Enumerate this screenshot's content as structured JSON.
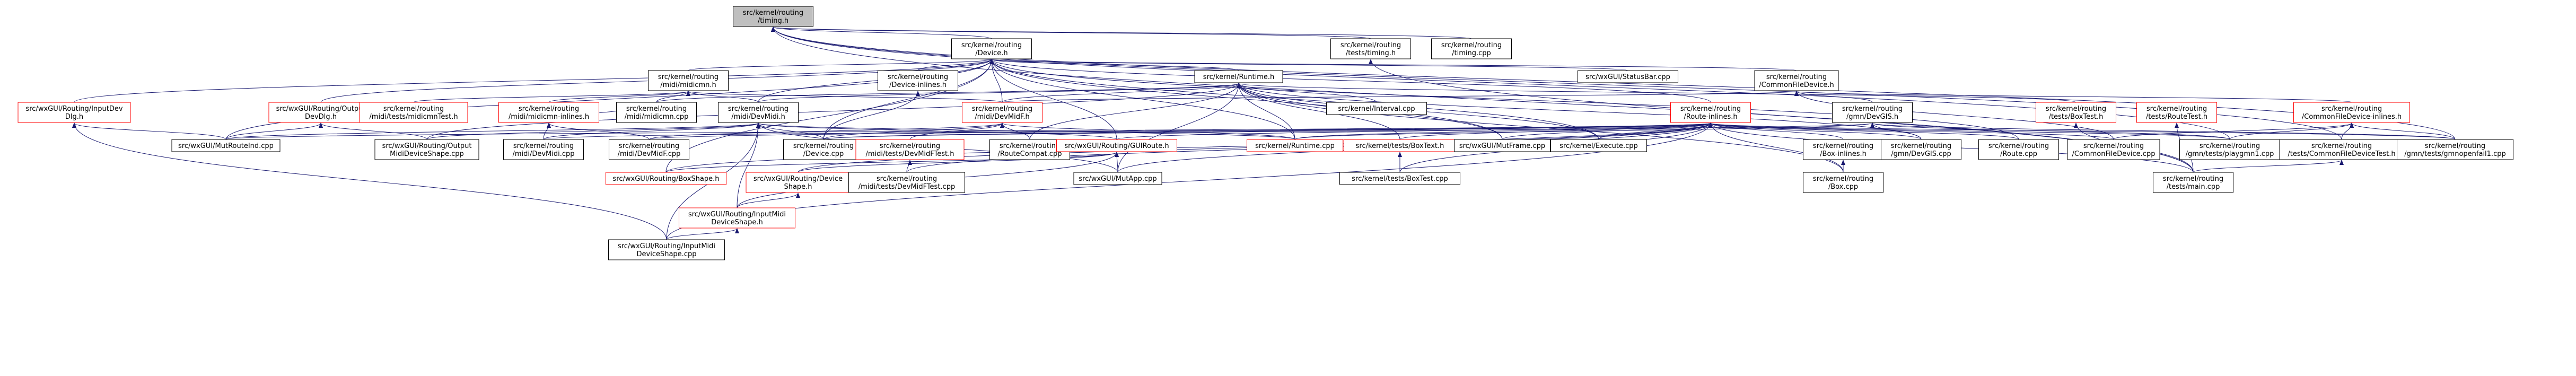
{
  "graph": {
    "colors": {
      "edge": "#191970",
      "box_normal": "#000000",
      "box_red": "#ff0000",
      "box_root_fill": "#bfbfbf",
      "text": "#000000"
    },
    "nodes": [
      {
        "id": "timing_h",
        "lines": [
          "src/kernel/routing",
          "/timing.h"
        ],
        "style": "root"
      },
      {
        "id": "device_h",
        "lines": [
          "src/kernel/routing",
          "/Device.h"
        ],
        "style": "normal"
      },
      {
        "id": "tests_timing_h",
        "lines": [
          "src/kernel/routing",
          "/tests/timing.h"
        ],
        "style": "normal"
      },
      {
        "id": "timing_cpp",
        "lines": [
          "src/kernel/routing",
          "/timing.cpp"
        ],
        "style": "normal"
      },
      {
        "id": "midicmn_h",
        "lines": [
          "src/kernel/routing",
          "/midi/midicmn.h"
        ],
        "style": "normal"
      },
      {
        "id": "device_inlines_h",
        "lines": [
          "src/kernel/routing",
          "/Device-inlines.h"
        ],
        "style": "normal"
      },
      {
        "id": "runtime_h",
        "lines": [
          "src/kernel/Runtime.h"
        ],
        "style": "normal"
      },
      {
        "id": "statusbar_cpp",
        "lines": [
          "src/wxGUI/StatusBar.cpp"
        ],
        "style": "normal"
      },
      {
        "id": "commonfiledevice_h",
        "lines": [
          "src/kernel/routing",
          "/CommonFileDevice.h"
        ],
        "style": "normal"
      },
      {
        "id": "inputdevdlg_h",
        "lines": [
          "src/wxGUI/Routing/InputDev",
          "Dlg.h"
        ],
        "style": "red"
      },
      {
        "id": "outputdevdlg_h",
        "lines": [
          "src/wxGUI/Routing/Output",
          "DevDlg.h"
        ],
        "style": "red"
      },
      {
        "id": "midicmntest_h",
        "lines": [
          "src/kernel/routing",
          "/midi/tests/midicmnTest.h"
        ],
        "style": "red"
      },
      {
        "id": "midicmn_inlines_h",
        "lines": [
          "src/kernel/routing",
          "/midi/midicmn-inlines.h"
        ],
        "style": "red"
      },
      {
        "id": "midicmn_cpp",
        "lines": [
          "src/kernel/routing",
          "/midi/midicmn.cpp"
        ],
        "style": "normal"
      },
      {
        "id": "devmidi_h",
        "lines": [
          "src/kernel/routing",
          "/midi/DevMidi.h"
        ],
        "style": "normal"
      },
      {
        "id": "devmidf_h",
        "lines": [
          "src/kernel/routing",
          "/midi/DevMidF.h"
        ],
        "style": "red"
      },
      {
        "id": "interval_cpp",
        "lines": [
          "src/kernel/Interval.cpp"
        ],
        "style": "normal"
      },
      {
        "id": "route_inlines_h",
        "lines": [
          "src/kernel/routing",
          "/Route-inlines.h"
        ],
        "style": "red"
      },
      {
        "id": "gmn_devgis_h",
        "lines": [
          "src/kernel/routing",
          "/gmn/DevGIS.h"
        ],
        "style": "normal"
      },
      {
        "id": "tests_boxtest_h",
        "lines": [
          "src/kernel/routing",
          "/tests/BoxTest.h"
        ],
        "style": "red"
      },
      {
        "id": "tests_routetest_h",
        "lines": [
          "src/kernel/routing",
          "/tests/RouteTest.h"
        ],
        "style": "red"
      },
      {
        "id": "commonfiledevice_inlines_h",
        "lines": [
          "src/kernel/routing",
          "/CommonFileDevice-inlines.h"
        ],
        "style": "red"
      },
      {
        "id": "mutrouteind_cpp",
        "lines": [
          "src/wxGUI/MutRouteInd.cpp"
        ],
        "style": "normal"
      },
      {
        "id": "outputdeviceshape_cpp",
        "lines": [
          "src/wxGUI/Routing/Output",
          "MidiDeviceShape.cpp"
        ],
        "style": "normal"
      },
      {
        "id": "devmidi_cpp",
        "lines": [
          "src/kernel/routing",
          "/midi/DevMidi.cpp"
        ],
        "style": "normal"
      },
      {
        "id": "devmidf_cpp",
        "lines": [
          "src/kernel/routing",
          "/midi/DevMidF.cpp"
        ],
        "style": "normal"
      },
      {
        "id": "device_cpp",
        "lines": [
          "src/kernel/routing",
          "/Device.cpp"
        ],
        "style": "normal"
      },
      {
        "id": "devmidftest_h",
        "lines": [
          "src/kernel/routing",
          "/midi/tests/DevMidFTest.h"
        ],
        "style": "red"
      },
      {
        "id": "routecompat_cpp",
        "lines": [
          "src/kernel/routing",
          "/RouteCompat.cpp"
        ],
        "style": "normal"
      },
      {
        "id": "guiroute_h",
        "lines": [
          "src/wxGUI/Routing/GUIRoute.h"
        ],
        "style": "red"
      },
      {
        "id": "runtime_cpp",
        "lines": [
          "src/kernel/Runtime.cpp"
        ],
        "style": "red"
      },
      {
        "id": "kernel_boxtext_h",
        "lines": [
          "src/kernel/tests/BoxText.h"
        ],
        "style": "red"
      },
      {
        "id": "mutframe_cpp",
        "lines": [
          "src/wxGUI/MutFrame.cpp"
        ],
        "style": "normal"
      },
      {
        "id": "execute_cpp",
        "lines": [
          "src/kernel/Execute.cpp"
        ],
        "style": "normal"
      },
      {
        "id": "box_inlines_h",
        "lines": [
          "src/kernel/routing",
          "/Box-inlines.h"
        ],
        "style": "normal"
      },
      {
        "id": "gmn_devgis_cpp",
        "lines": [
          "src/kernel/routing",
          "/gmn/DevGIS.cpp"
        ],
        "style": "normal"
      },
      {
        "id": "route_cpp",
        "lines": [
          "src/kernel/routing",
          "/Route.cpp"
        ],
        "style": "normal"
      },
      {
        "id": "commonfiledevice_cpp",
        "lines": [
          "src/kernel/routing",
          "/CommonFileDevice.cpp"
        ],
        "style": "normal"
      },
      {
        "id": "playgmn_cpp",
        "lines": [
          "src/kernel/routing",
          "/gmn/tests/playgmn1.cpp"
        ],
        "style": "normal"
      },
      {
        "id": "commonfiledevicetest_h",
        "lines": [
          "src/kernel/routing",
          "/tests/CommonFileDeviceTest.h"
        ],
        "style": "normal"
      },
      {
        "id": "gmnopenfail_cpp",
        "lines": [
          "src/kernel/routing",
          "/gmn/tests/gmnopenfail1.cpp"
        ],
        "style": "normal"
      },
      {
        "id": "boxshape_h",
        "lines": [
          "src/wxGUI/Routing/BoxShape.h"
        ],
        "style": "red"
      },
      {
        "id": "deviceshape_h",
        "lines": [
          "src/wxGUI/Routing/Device",
          "Shape.h"
        ],
        "style": "red"
      },
      {
        "id": "devmidftest_cpp",
        "lines": [
          "src/kernel/routing",
          "/midi/tests/DevMidFTest.cpp"
        ],
        "style": "normal"
      },
      {
        "id": "mutapp_cpp",
        "lines": [
          "src/wxGUI/MutApp.cpp"
        ],
        "style": "normal"
      },
      {
        "id": "kernel_boxtest_cpp",
        "lines": [
          "src/kernel/tests/BoxTest.cpp"
        ],
        "style": "normal"
      },
      {
        "id": "box_cpp",
        "lines": [
          "src/kernel/routing",
          "/Box.cpp"
        ],
        "style": "normal"
      },
      {
        "id": "tests_main_cpp",
        "lines": [
          "src/kernel/routing",
          "/tests/main.cpp"
        ],
        "style": "normal"
      },
      {
        "id": "inputmidideviceshape_h",
        "lines": [
          "src/wxGUI/Routing/InputMidi",
          "DeviceShape.h"
        ],
        "style": "red"
      },
      {
        "id": "inputmidideviceshape_cpp",
        "lines": [
          "src/wxGUI/Routing/InputMidi",
          "DeviceShape.cpp"
        ],
        "style": "normal"
      }
    ],
    "edges": [
      [
        "device_h",
        "timing_h"
      ],
      [
        "tests_timing_h",
        "timing_h"
      ],
      [
        "timing_cpp",
        "timing_h"
      ],
      [
        "tests_main_cpp",
        "timing_h"
      ],
      [
        "commonfiledevicetest_h",
        "timing_h"
      ],
      [
        "playgmn_cpp",
        "timing_h"
      ],
      [
        "gmnopenfail_cpp",
        "timing_h"
      ],
      [
        "tests_main_cpp",
        "tests_timing_h"
      ],
      [
        "midicmn_h",
        "device_h"
      ],
      [
        "device_inlines_h",
        "device_h"
      ],
      [
        "runtime_h",
        "device_h"
      ],
      [
        "statusbar_cpp",
        "device_h"
      ],
      [
        "commonfiledevice_h",
        "device_h"
      ],
      [
        "inputdevdlg_h",
        "device_h"
      ],
      [
        "outputdevdlg_h",
        "device_h"
      ],
      [
        "devmidi_h",
        "device_h"
      ],
      [
        "devmidf_h",
        "device_h"
      ],
      [
        "route_inlines_h",
        "device_h"
      ],
      [
        "device_cpp",
        "device_h"
      ],
      [
        "guiroute_h",
        "device_h"
      ],
      [
        "runtime_cpp",
        "device_h"
      ],
      [
        "mutframe_cpp",
        "device_h"
      ],
      [
        "execute_cpp",
        "device_h"
      ],
      [
        "mutrouteind_cpp",
        "device_h"
      ],
      [
        "boxshape_h",
        "device_h"
      ],
      [
        "route_cpp",
        "device_h"
      ],
      [
        "midicmntest_h",
        "midicmn_h"
      ],
      [
        "midicmn_inlines_h",
        "midicmn_h"
      ],
      [
        "midicmn_cpp",
        "midicmn_h"
      ],
      [
        "devmidi_h",
        "midicmn_h"
      ],
      [
        "devmidf_h",
        "midicmn_h"
      ],
      [
        "device_cpp",
        "device_inlines_h"
      ],
      [
        "midicmn_cpp",
        "runtime_h"
      ],
      [
        "devmidi_h",
        "runtime_h"
      ],
      [
        "devmidf_h",
        "runtime_h"
      ],
      [
        "interval_cpp",
        "runtime_h"
      ],
      [
        "runtime_cpp",
        "runtime_h"
      ],
      [
        "execute_cpp",
        "runtime_h"
      ],
      [
        "mutframe_cpp",
        "runtime_h"
      ],
      [
        "kernel_boxtext_h",
        "runtime_h"
      ],
      [
        "routecompat_cpp",
        "runtime_h"
      ],
      [
        "gmn_devgis_cpp",
        "runtime_h"
      ],
      [
        "box_cpp",
        "runtime_h"
      ],
      [
        "outputdeviceshape_cpp",
        "runtime_h"
      ],
      [
        "tests_boxtest_h",
        "runtime_h"
      ],
      [
        "mutapp_cpp",
        "runtime_h"
      ],
      [
        "gmn_devgis_h",
        "commonfiledevice_h"
      ],
      [
        "commonfiledevice_inlines_h",
        "commonfiledevice_h"
      ],
      [
        "commonfiledevice_cpp",
        "commonfiledevice_h"
      ],
      [
        "devmidf_h",
        "commonfiledevice_h"
      ],
      [
        "mutrouteind_cpp",
        "inputdevdlg_h"
      ],
      [
        "inputmidideviceshape_cpp",
        "inputdevdlg_h"
      ],
      [
        "mutrouteind_cpp",
        "outputdevdlg_h"
      ],
      [
        "outputdeviceshape_cpp",
        "outputdevdlg_h"
      ],
      [
        "devmidi_cpp",
        "midicmn_inlines_h"
      ],
      [
        "devmidf_cpp",
        "midicmn_inlines_h"
      ],
      [
        "midicmn_cpp",
        "midicmn_inlines_h"
      ],
      [
        "devmidi_cpp",
        "devmidi_h"
      ],
      [
        "device_cpp",
        "devmidi_h"
      ],
      [
        "runtime_cpp",
        "devmidi_h"
      ],
      [
        "guiroute_h",
        "devmidi_h"
      ],
      [
        "outputdeviceshape_cpp",
        "devmidi_h"
      ],
      [
        "mutapp_cpp",
        "devmidi_h"
      ],
      [
        "inputmidideviceshape_h",
        "devmidi_h"
      ],
      [
        "inputmidideviceshape_cpp",
        "devmidi_h"
      ],
      [
        "mutrouteind_cpp",
        "devmidi_h"
      ],
      [
        "devmidf_cpp",
        "devmidf_h"
      ],
      [
        "devmidftest_h",
        "devmidf_h"
      ],
      [
        "routecompat_cpp",
        "devmidf_h"
      ],
      [
        "runtime_cpp",
        "devmidf_h"
      ],
      [
        "device_cpp",
        "devmidf_h"
      ],
      [
        "devmidftest_cpp",
        "devmidftest_h"
      ],
      [
        "device_cpp",
        "route_inlines_h"
      ],
      [
        "runtime_cpp",
        "route_inlines_h"
      ],
      [
        "kernel_boxtext_h",
        "route_inlines_h"
      ],
      [
        "mutframe_cpp",
        "route_inlines_h"
      ],
      [
        "execute_cpp",
        "route_inlines_h"
      ],
      [
        "box_inlines_h",
        "route_inlines_h"
      ],
      [
        "gmn_devgis_cpp",
        "route_inlines_h"
      ],
      [
        "route_cpp",
        "route_inlines_h"
      ],
      [
        "commonfiledevice_cpp",
        "route_inlines_h"
      ],
      [
        "playgmn_cpp",
        "route_inlines_h"
      ],
      [
        "gmnopenfail_cpp",
        "route_inlines_h"
      ],
      [
        "tests_main_cpp",
        "route_inlines_h"
      ],
      [
        "guiroute_h",
        "route_inlines_h"
      ],
      [
        "deviceshape_h",
        "route_inlines_h"
      ],
      [
        "mutapp_cpp",
        "route_inlines_h"
      ],
      [
        "kernel_boxtest_cpp",
        "route_inlines_h"
      ],
      [
        "box_cpp",
        "route_inlines_h"
      ],
      [
        "devmidftest_cpp",
        "route_inlines_h"
      ],
      [
        "inputmidideviceshape_cpp",
        "route_inlines_h"
      ],
      [
        "mutrouteind_cpp",
        "route_inlines_h"
      ],
      [
        "devmidi_cpp",
        "route_inlines_h"
      ],
      [
        "devmidf_cpp",
        "route_inlines_h"
      ],
      [
        "boxshape_h",
        "route_inlines_h"
      ],
      [
        "gmn_devgis_cpp",
        "gmn_devgis_h"
      ],
      [
        "playgmn_cpp",
        "gmn_devgis_h"
      ],
      [
        "gmnopenfail_cpp",
        "gmn_devgis_h"
      ],
      [
        "runtime_cpp",
        "gmn_devgis_h"
      ],
      [
        "device_cpp",
        "gmn_devgis_h"
      ],
      [
        "tests_main_cpp",
        "tests_boxtest_h"
      ],
      [
        "tests_main_cpp",
        "tests_routetest_h"
      ],
      [
        "commonfiledevice_cpp",
        "commonfiledevice_inlines_h"
      ],
      [
        "playgmn_cpp",
        "commonfiledevice_inlines_h"
      ],
      [
        "commonfiledevicetest_h",
        "commonfiledevice_inlines_h"
      ],
      [
        "gmnopenfail_cpp",
        "commonfiledevice_inlines_h"
      ],
      [
        "tests_main_cpp",
        "commonfiledevicetest_h"
      ],
      [
        "boxshape_h",
        "guiroute_h"
      ],
      [
        "deviceshape_h",
        "guiroute_h"
      ],
      [
        "mutapp_cpp",
        "guiroute_h"
      ],
      [
        "inputmidideviceshape_h",
        "guiroute_h"
      ],
      [
        "kernel_boxtest_cpp",
        "kernel_boxtext_h"
      ],
      [
        "box_cpp",
        "box_inlines_h"
      ],
      [
        "inputmidideviceshape_h",
        "deviceshape_h"
      ],
      [
        "inputmidideviceshape_cpp",
        "inputmidideviceshape_h"
      ]
    ]
  }
}
